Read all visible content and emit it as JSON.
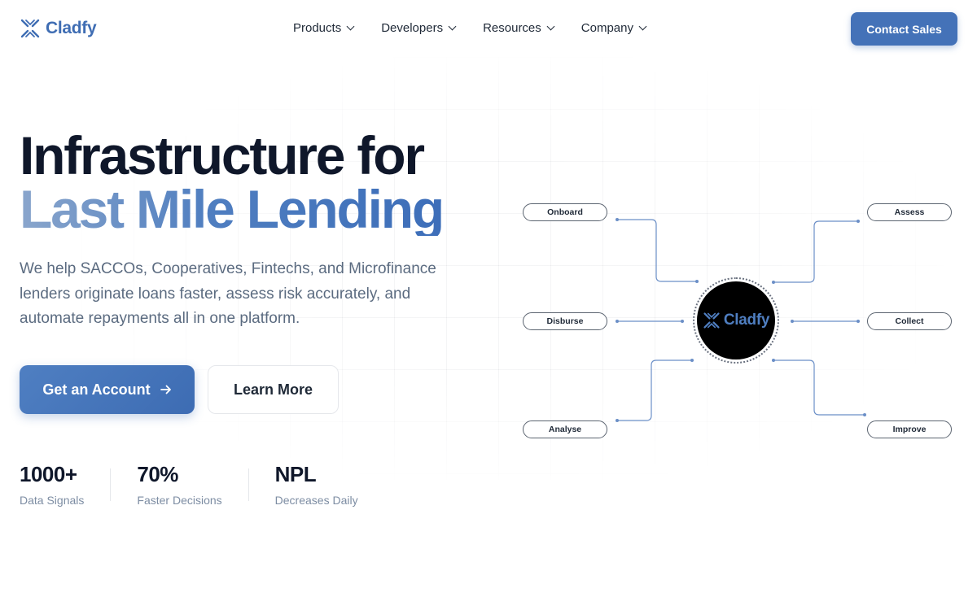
{
  "brand": {
    "name": "Cladfy",
    "logo_icon": "cladfy-x-logo",
    "color": "#3f6db3"
  },
  "nav": {
    "items": [
      {
        "label": "Products"
      },
      {
        "label": "Developers"
      },
      {
        "label": "Resources"
      },
      {
        "label": "Company"
      }
    ],
    "contact_label": "Contact Sales"
  },
  "hero": {
    "title_line1": "Infrastructure for",
    "title_line2": "Last Mile Lending",
    "description": "We help SACCOs, Cooperatives, Fintechs, and Microfinance lenders originate loans faster, assess risk accurately, and automate repayments all in one platform.",
    "primary_cta": "Get an Account",
    "primary_cta_icon": "arrow-right-icon",
    "secondary_cta": "Learn More"
  },
  "stats": [
    {
      "value": "1000+",
      "label": "Data Signals"
    },
    {
      "value": "70%",
      "label": "Faster Decisions"
    },
    {
      "value": "NPL",
      "label": "Decreases Daily"
    }
  ],
  "diagram": {
    "hub_label": "Cladfy",
    "nodes": {
      "onboard": "Onboard",
      "assess": "Assess",
      "disburse": "Disburse",
      "collect": "Collect",
      "analyse": "Analyse",
      "improve": "Improve"
    },
    "wire_color": "#6b8fc7"
  },
  "colors": {
    "accent": "#4472b8",
    "heading": "#0f172a",
    "body_text": "#5b6b80"
  }
}
